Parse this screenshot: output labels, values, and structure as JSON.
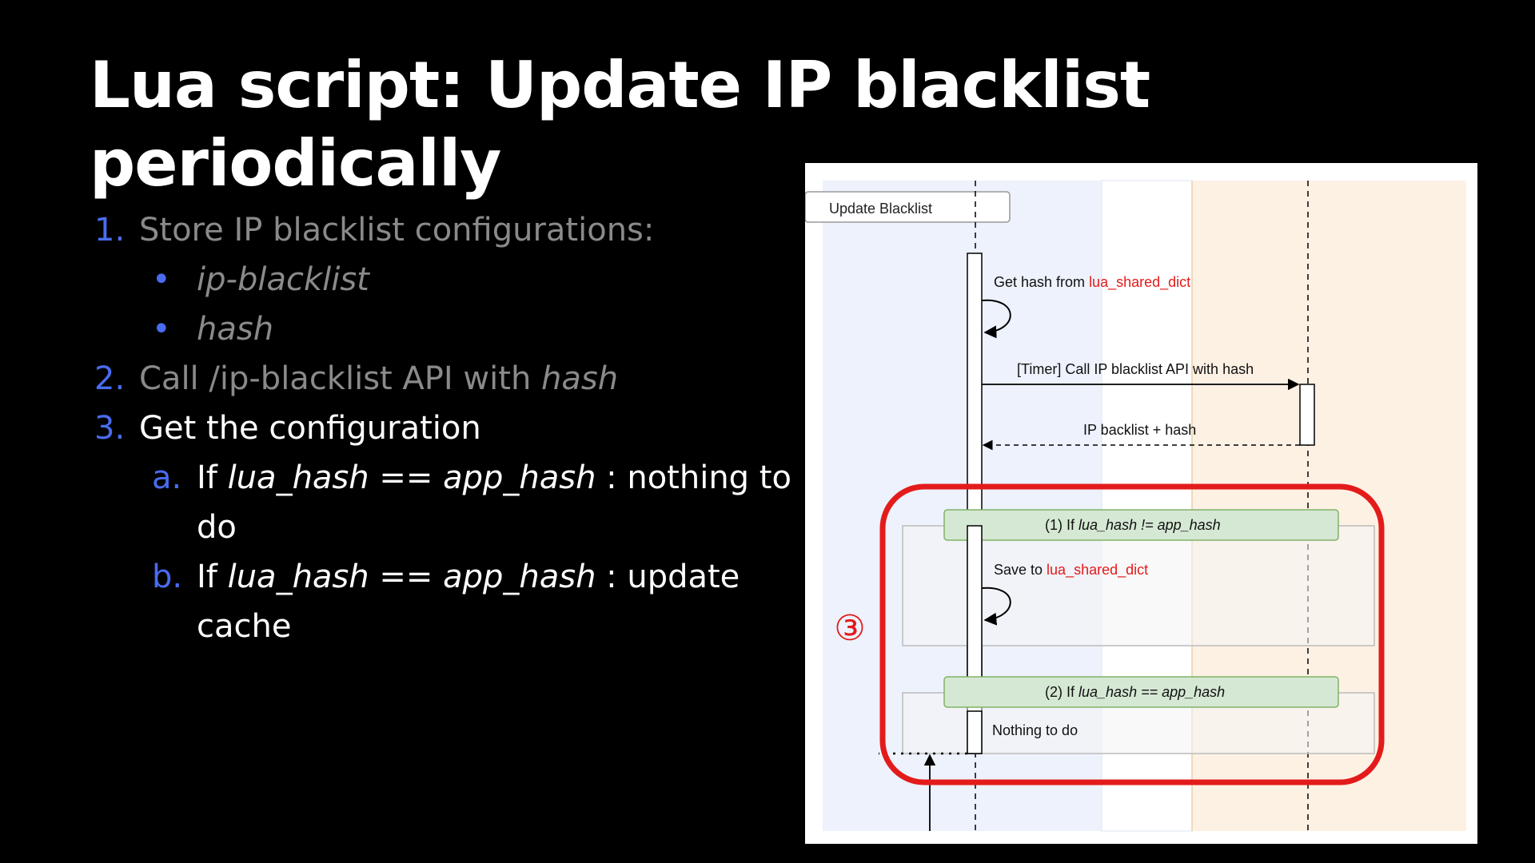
{
  "slide": {
    "title_line1": "Lua script: Update IP blacklist",
    "title_line2": "periodically"
  },
  "steps": {
    "s1": {
      "num": "1.",
      "text": "Store IP blacklist configurations:"
    },
    "s1_bullets": [
      {
        "marker": "•",
        "text": "ip-blacklist"
      },
      {
        "marker": "•",
        "text": "hash"
      }
    ],
    "s2": {
      "num": "2.",
      "text": "Call /ip-blacklist API with ",
      "italic": "hash"
    },
    "s3": {
      "num": "3.",
      "text": "Get the configuration"
    },
    "s3a": {
      "num": "a.",
      "prefix": "If ",
      "expr": "lua_hash == app_hash",
      "suffix": " : nothing to",
      "cont": "do"
    },
    "s3b": {
      "num": "b.",
      "prefix": "If ",
      "expr": "lua_hash == app_hash",
      "suffix": " : update",
      "cont": "cache"
    }
  },
  "diagram": {
    "header_label": "Update Blacklist",
    "get_hash_prefix": "Get hash from ",
    "shared_dict": "lua_shared_dict",
    "timer_call": "[Timer] Call IP blacklist API with hash",
    "backlist_hash": "IP backlist + hash",
    "cond1_prefix": "(1) If ",
    "cond1_expr": "lua_hash != app_hash",
    "save_to": "Save to ",
    "cond2_prefix": "(2) If ",
    "cond2_expr": "lua_hash == app_hash",
    "nothing_to_do": "Nothing to do",
    "annotation": "③"
  },
  "colors": {
    "accent_blue": "#4a6cf0",
    "dim_text": "#8a8a8a",
    "highlight_red": "#e31b1b",
    "lane_blue": "#edf2fc",
    "lane_orange": "#fdf1e4",
    "condition_green": "#d5e8d4"
  }
}
